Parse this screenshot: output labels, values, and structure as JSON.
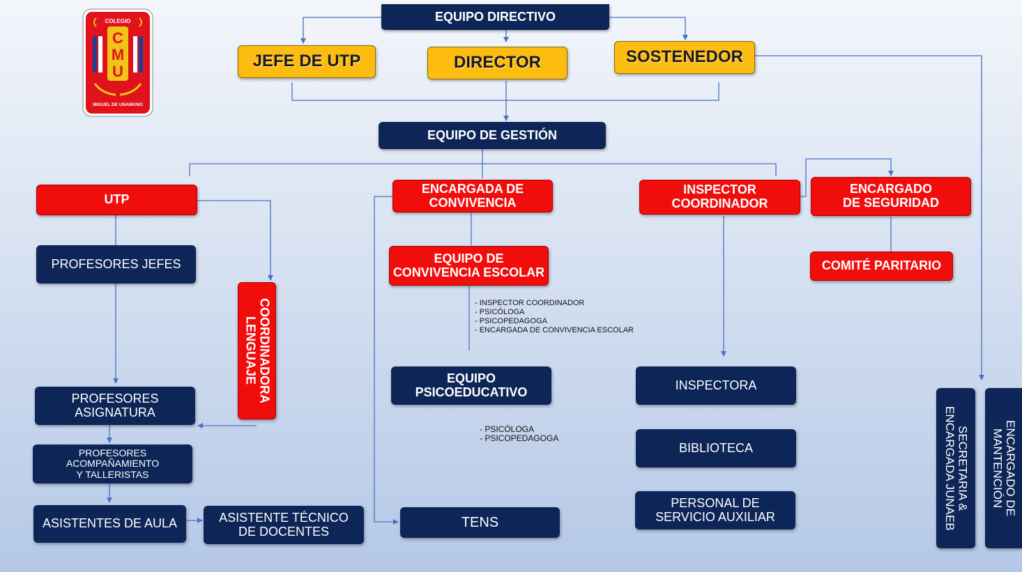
{
  "logo": {
    "top_text": "COLEGIO",
    "letters": [
      "C",
      "M",
      "U"
    ],
    "bottom_text": "MIGUEL DE UNAMUNO",
    "colors": {
      "red": "#e0121b",
      "gold": "#f2c418",
      "blue": "#1f3f9a"
    }
  },
  "boxes": {
    "equipo_directivo": "EQUIPO DIRECTIVO",
    "jefe_utp": "JEFE DE UTP",
    "director": "DIRECTOR",
    "sostenedor": "SOSTENEDOR",
    "equipo_gestion": "EQUIPO DE GESTIÓN",
    "utp": "UTP",
    "encargada_convivencia": "ENCARGADA DE\nCONVIVENCIA",
    "inspector_coordinador": "INSPECTOR\nCOORDINADOR",
    "encargado_seguridad": "ENCARGADO\nDE SEGURIDAD",
    "profesores_jefes": "PROFESORES JEFES",
    "coordinadora_lenguaje": "COORDINADORA\nLENGUAJE",
    "equipo_convivencia_escolar": "EQUIPO DE\nCONVIVENCIA ESCOLAR",
    "comite_paritario": "COMITÉ PARITARIO",
    "profesores_asignatura": "PROFESORES\nASIGNATURA",
    "profesores_acompanamiento": "PROFESORES\nACOMPAÑAMIENTO\nY TALLERISTAS",
    "asistentes_aula": "ASISTENTES DE AULA",
    "asistente_tecnico": "ASISTENTE TÉCNICO\nDE DOCENTES",
    "equipo_psicoeducativo": "EQUIPO\nPSICOEDUCATIVO",
    "tens": "TENS",
    "inspectora": "INSPECTORA",
    "biblioteca": "BIBLIOTECA",
    "personal_servicio": "PERSONAL DE\nSERVICIO AUXILIAR",
    "secretaria": "SECRETARIA &\nENCARGADA JUNAEB",
    "encargado_mantencion": "ENCARGADO DE\nMANTENCIÓN"
  },
  "convivencia_members": [
    "- INSPECTOR COORDINADOR",
    "- PSICÓLOGA",
    "- PSICOPEDAGOGA",
    "- ENCARGADA DE CONVIVENCIA ESCOLAR"
  ],
  "psicoeducativo_members": [
    "- PSICÓLOGA",
    "- PSICOPEDAGOGA"
  ],
  "colors": {
    "navy": "#0d2657",
    "red": "#f20d0d",
    "yellow": "#fdbd10",
    "connector": "#4a72c4"
  }
}
